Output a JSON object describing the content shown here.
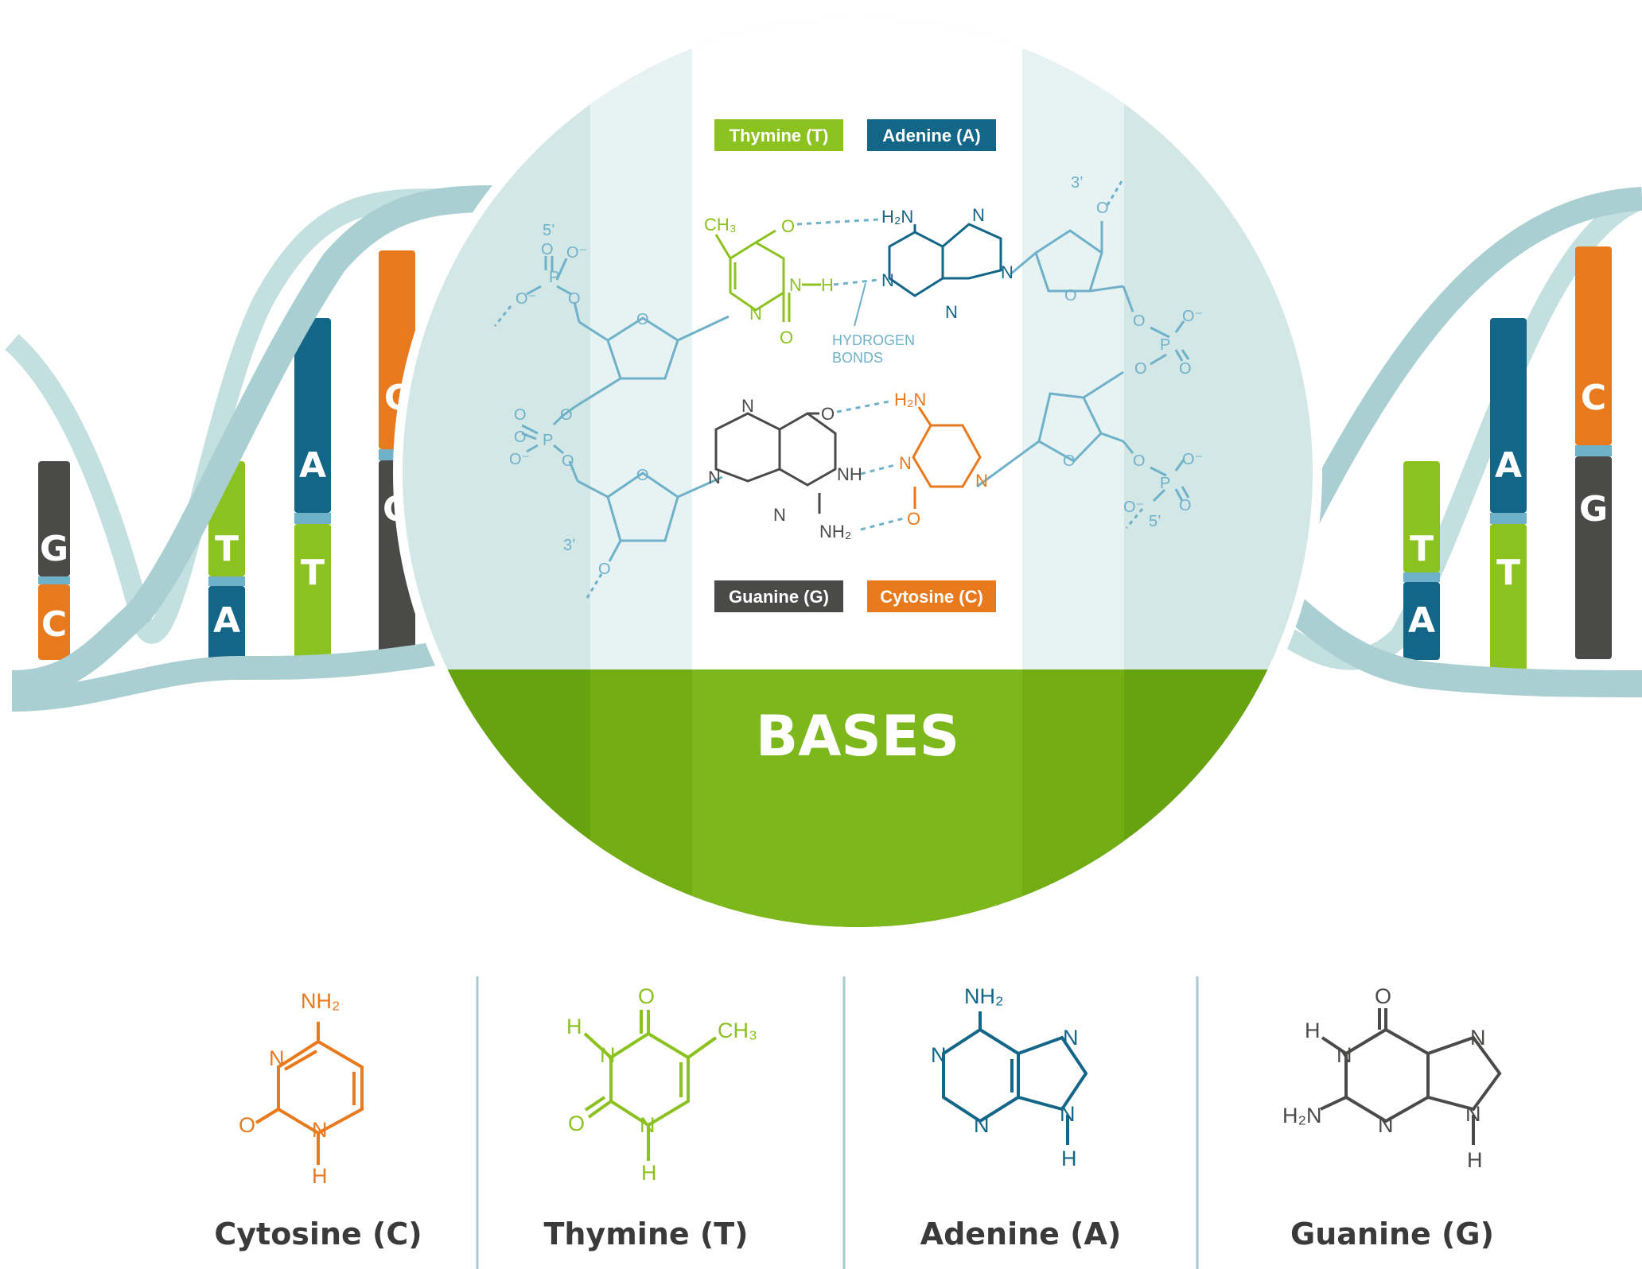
{
  "colors": {
    "cytosine": "#e87a1d",
    "thymine": "#8cc21f",
    "adenine": "#136688",
    "guanine": "#4a4a48",
    "backbone": "#6fb1c9",
    "helix": "#a9cfd2",
    "bases_band": "#78b51a"
  },
  "helix": {
    "left_rungs": [
      {
        "top": "G",
        "bottom": "C"
      },
      {
        "top": "T",
        "bottom": "A"
      },
      {
        "top": "A",
        "bottom": "T"
      },
      {
        "top": "C",
        "bottom": "G"
      }
    ],
    "right_rungs": [
      {
        "top": "T",
        "bottom": "A"
      },
      {
        "top": "A",
        "bottom": "T"
      },
      {
        "top": "C",
        "bottom": "G"
      }
    ]
  },
  "circle": {
    "title": "BASES",
    "tags": {
      "thymine": "Thymine (T)",
      "adenine": "Adenine (A)",
      "guanine": "Guanine (G)",
      "cytosine": "Cytosine (C)"
    },
    "hydrogen_bonds_line1": "HYDROGEN",
    "hydrogen_bonds_line2": "BONDS",
    "end_5_top": "5’",
    "end_3_top": "3’",
    "end_3_bottom": "3’",
    "end_5_bottom": "5’"
  },
  "atoms": {
    "O": "O",
    "N": "N",
    "H": "H",
    "P": "P",
    "NH": "NH",
    "O_minus": "O⁻",
    "NH2": "NH₂",
    "H2N": "H₂N",
    "CH3": "CH₃"
  },
  "bases": [
    {
      "name": "Cytosine (C)"
    },
    {
      "name": "Thymine (T)"
    },
    {
      "name": "Adenine (A)"
    },
    {
      "name": "Guanine (G)"
    }
  ]
}
